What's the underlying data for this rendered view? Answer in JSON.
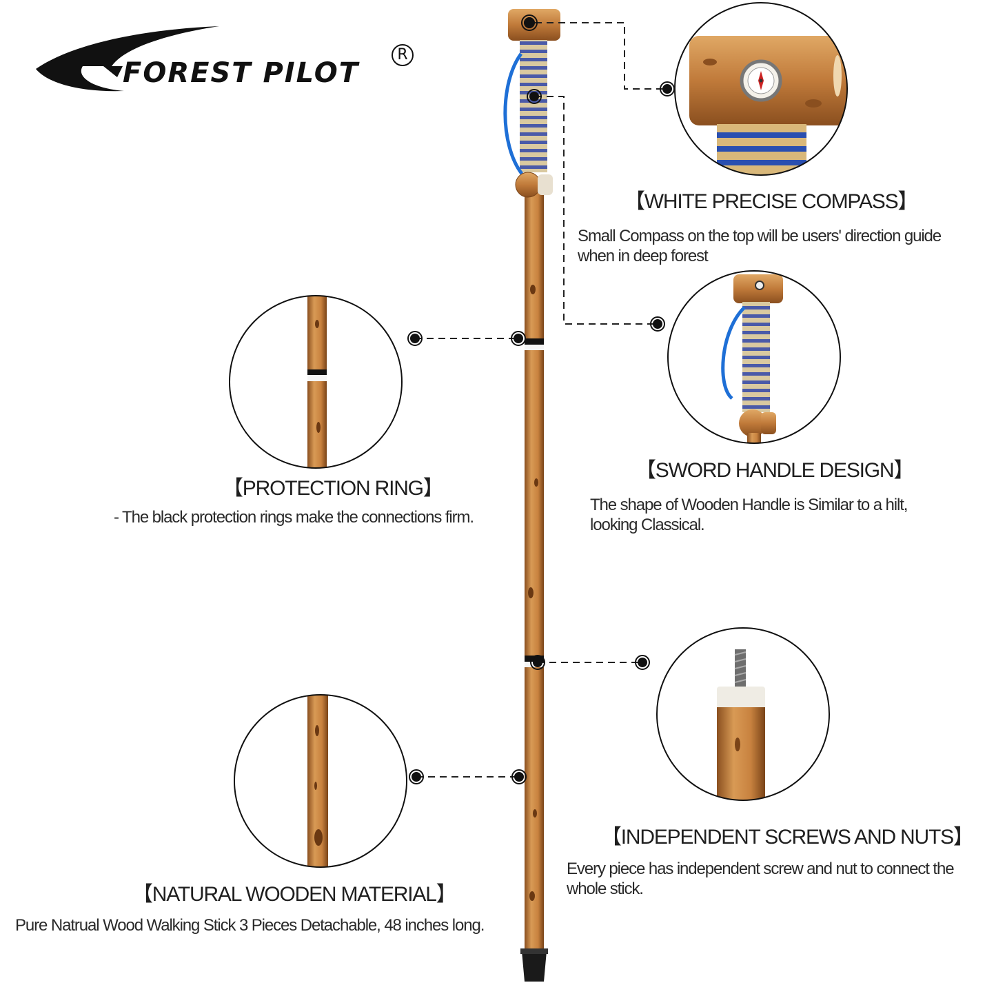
{
  "brand": {
    "name": "FOREST PILOT",
    "registered_mark": "R"
  },
  "features": {
    "compass": {
      "title": "【WHITE PRECISE COMPASS】",
      "desc": "Small Compass on the top will be users' direction guide when in deep forest"
    },
    "ring": {
      "title": "【PROTECTION RING】",
      "desc": "- The black protection rings make the connections firm."
    },
    "handle": {
      "title": "【SWORD HANDLE DESIGN】",
      "desc": "The shape of Wooden Handle is Similar to a hilt, looking Classical."
    },
    "screws": {
      "title": "【INDEPENDENT SCREWS AND NUTS】",
      "desc": "Every piece has independent screw and nut to connect the whole stick."
    },
    "material": {
      "title": "【NATURAL WOODEN MATERIAL】",
      "desc": "Pure Natrual Wood Walking Stick 3 Pieces Detachable, 48 inches long."
    }
  },
  "colors": {
    "wood": "#c8823f",
    "wood_dark": "#8a4f1f",
    "wrap_blue": "#2a4fb0",
    "wrap_cream": "#d9c9a0",
    "strap_blue": "#1e6fd6",
    "ring_black": "#111111",
    "callout_line": "#222222"
  }
}
